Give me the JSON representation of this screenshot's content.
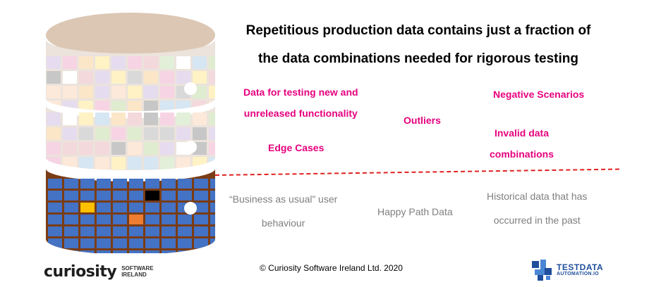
{
  "title": {
    "line1": "Repetitious production data contains just a fraction of",
    "line2": "the data combinations needed for rigorous testing"
  },
  "missing_labels": {
    "new_functionality_line1": "Data for testing new and",
    "new_functionality_line2": "unreleased functionality",
    "outliers": "Outliers",
    "negative": "Negative Scenarios",
    "invalid_line1": "Invalid data",
    "invalid_line2": "combinations",
    "edge_cases": "Edge Cases"
  },
  "production_labels": {
    "business_line1": "“Business as usual” user",
    "business_line2": "behaviour",
    "happy_path": "Happy Path Data",
    "historical_line1": "Historical data that has",
    "historical_line2": "occurred in the past"
  },
  "footer": {
    "copyright": "© Curiosity Software Ireland Ltd. 2020",
    "curiosity_logo": {
      "word": "curiosity",
      "sub1": "SOFTWARE",
      "sub2": "IRELAND"
    },
    "tda_logo": {
      "line1": "TESTDATA",
      "line2": "AUTOMATION.IO"
    }
  },
  "colors": {
    "pink_text": "#e6007e",
    "grey_text": "#7f7f7f",
    "dashed_line": "#e02020",
    "db_top": "#dcc7b4",
    "db_bottom_fill": "#7a3c14",
    "production_cell": "#4472c4",
    "tda_blue": "#1f4e9c"
  },
  "icons": {
    "database": "database-cylinder-icon",
    "tda": "testdata-automation-logo-icon"
  }
}
